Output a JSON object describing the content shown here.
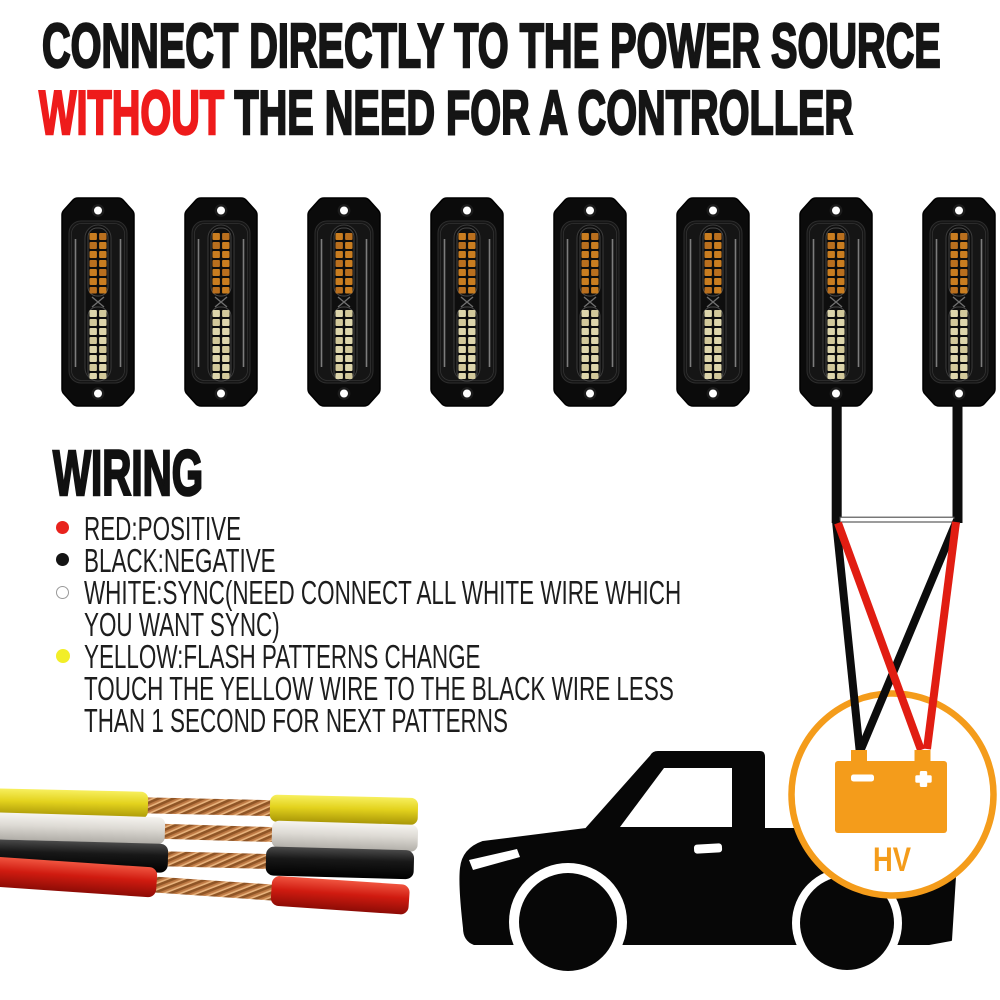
{
  "title": {
    "line1": "CONNECT DIRECTLY TO THE POWER SOURCE",
    "line2_highlight": "WITHOUT",
    "line2_rest": "THE NEED FOR A CONTROLLER",
    "highlight_color": "#ee1b1b",
    "text_color": "#151515"
  },
  "products": {
    "item_name": "led-strobe-light-module",
    "count": 8,
    "housing_color": "#0b0b0b",
    "led_top_section_color": "#c97d20",
    "led_bottom_section_color": "#ddd5ab"
  },
  "wiring": {
    "heading": "WIRING",
    "items": [
      {
        "bullet": "#e8231d",
        "text": "RED:POSITIVE"
      },
      {
        "bullet": "#141414",
        "text": "BLACK:NEGATIVE"
      },
      {
        "bullet": "outline-white",
        "text": "WHITE:SYNC(NEED CONNECT ALL WHITE WIRE WHICH"
      },
      {
        "bullet": null,
        "text": "YOU WANT SYNC)"
      },
      {
        "bullet": "#f2ee28",
        "text": "YELLOW:FLASH PATTERNS CHANGE"
      },
      {
        "bullet": null,
        "text": "TOUCH THE YELLOW WIRE TO THE BLACK WIRE LESS"
      },
      {
        "bullet": null,
        "text": "THAN 1 SECOND FOR NEXT PATTERNS"
      }
    ]
  },
  "diagram": {
    "battery_label": "HV",
    "battery_color": "#f49c1b",
    "minus_symbol": "−",
    "plus_symbol": "+",
    "positive_wire_color": "#e11d12",
    "negative_wire_color": "#0c0c0c",
    "sync_wire_color": "#ffffff",
    "vehicle": "pickup-truck-silhouette"
  },
  "wire_photo": {
    "wires": [
      "yellow",
      "white",
      "black",
      "red"
    ],
    "colors": {
      "yellow": "#e3d21d",
      "white": "#dddad4",
      "black": "#181818",
      "red": "#d01b10",
      "copper": "#bf7a45"
    }
  }
}
